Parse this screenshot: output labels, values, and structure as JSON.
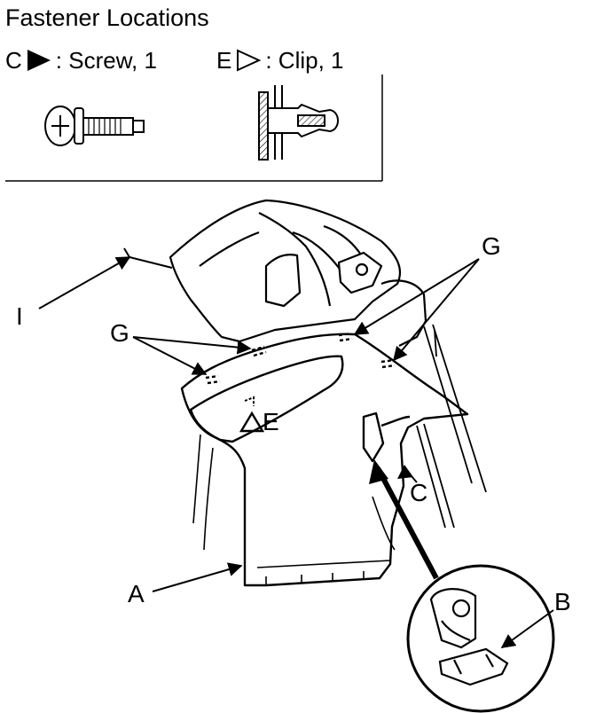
{
  "title": "Fastener Locations",
  "legend": [
    {
      "letter": "C",
      "symbol": "filled-triangle-icon",
      "text": ": Screw, 1"
    },
    {
      "letter": "E",
      "symbol": "outline-triangle-icon",
      "text": ": Clip, 1"
    }
  ],
  "callouts": {
    "i": "I",
    "g1": "G",
    "g2": "G",
    "e": "E",
    "c": "C",
    "a": "A",
    "b": "B"
  },
  "colors": {
    "ink": "#000000",
    "paper": "#ffffff"
  }
}
